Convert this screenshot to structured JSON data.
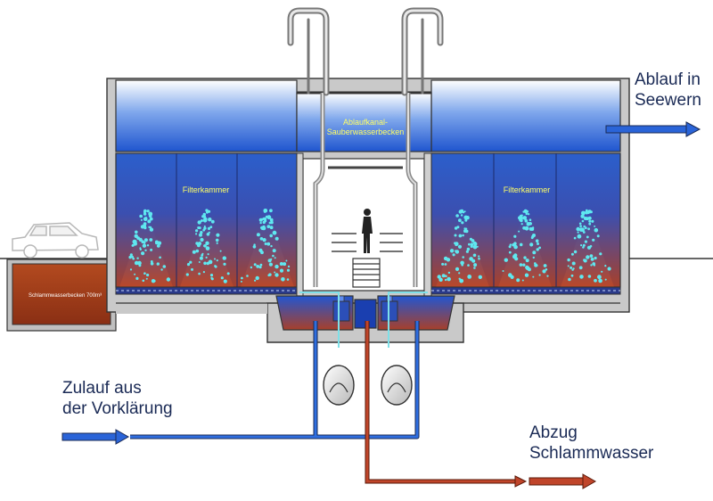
{
  "labels": {
    "outlet": [
      "Ablauf in",
      "Seewern"
    ],
    "inlet": [
      "Zulauf aus",
      "der Vorklärung"
    ],
    "sludge_out": [
      "Abzug",
      "Schlammwasser"
    ],
    "channel": [
      "Ablaufkanal-",
      "Sauberwasserbecken"
    ],
    "filter_left": "Filterkammer",
    "filter_right": "Filterkammer",
    "sludge_tank": "Schlammwasserbecken 700m³"
  },
  "colors": {
    "water_top": "#ffffff",
    "water_blue": "#1f5fd6",
    "chamber_blue": "#2a62c8",
    "chamber_red": "#a8402a",
    "pipe_blue": "#2a64d8",
    "pipe_red": "#b0402a",
    "concrete": "#bdbdbd",
    "outline": "#2b2b2b",
    "bubbles": "#5fe8f0",
    "label_dark": "#1a2a55",
    "label_yellow": "#ffff66"
  },
  "icons": [
    "car-icon",
    "person-icon",
    "pump-icon",
    "arrow-right-icon"
  ]
}
